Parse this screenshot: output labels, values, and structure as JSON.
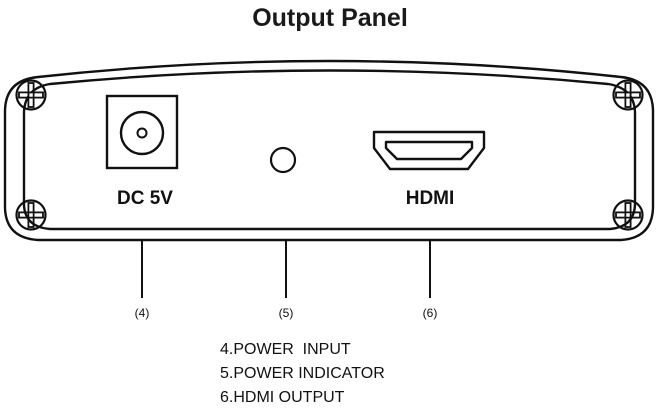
{
  "title": "Output Panel",
  "panel": {
    "labels": {
      "dc": "DC 5V",
      "hdmi": "HDMI"
    }
  },
  "callouts": [
    "(4)",
    "(5)",
    "(6)"
  ],
  "legend": [
    "4.POWER  INPUT",
    "5.POWER INDICATOR",
    "6.HDMI OUTPUT"
  ],
  "icons": {
    "screws": "screw-head-icon",
    "dc": "dc-power-jack-icon",
    "led": "led-indicator-icon",
    "hdmi": "hdmi-port-icon"
  }
}
